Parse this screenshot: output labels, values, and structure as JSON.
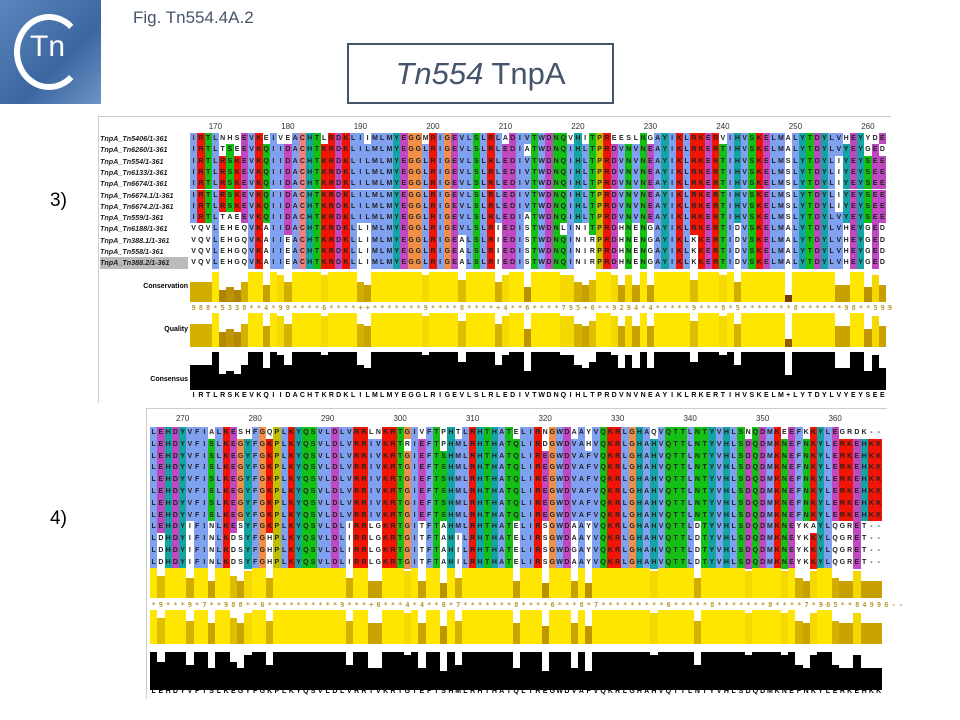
{
  "logo_text": "Tn",
  "figure_label": "Fig. Tn554.4A.2",
  "title": {
    "italic": "Tn554",
    "rest": " TnpA"
  },
  "annotation_labels": {
    "conservation": "Conservation",
    "quality": "Quality",
    "consensus": "Consensus"
  },
  "colors": {
    "hydrophobic": "#80a0f0",
    "positive": "#f01505",
    "negative": "#c048c0",
    "polar": "#15c015",
    "glycine": "#f09048",
    "proline": "#c0c000",
    "cysteine": "#f08080",
    "aromatic": "#15a4a4"
  },
  "blocks": [
    {
      "panel": "3)",
      "start": 167,
      "ticks": [
        170,
        180,
        190,
        200,
        210,
        220,
        230,
        240,
        250,
        260
      ],
      "names": [
        "TnpA_Tn5406/1-361",
        "TnpA_Tn6260/1-361",
        "TnpA_Tn554/1-361",
        "TnpA_Tn6133/1-361",
        "TnpA_Tn6674/1-361",
        "TnpA_Tn6674.1/1-361",
        "TnpA_Tn6674.2/1-361",
        "TnpA_Tn559/1-361",
        "TnpA_Tn6188/1-361",
        "TnpA_Tn388.1/1-361",
        "TnpA_Tn558/1-361",
        "TnpA_Tn388.2/1-361"
      ],
      "seqs": [
        "IRTLNHSEVKEIVEACHTLRDKLIIMLMYEGGMRIGEVLSLRLADIVTWDNQVHITPREESLNGAYIKLRKERVIHVSKELMALYTDYLVHEYYDE",
        "IRTLTSEEVKQIIDACHTKRDKLILMLMYEGGLRIGEVLSLRLEDIATWDNQIHLTPRDVNVNEAYIKLRKERTIHVSKELMALYTDYLVYEYGED",
        "IRTLRSKEVKQIIDACHTKRDKLILMLMYEGGLRIGEVLSLRLEDIVTWDNQIHLTPRDVNVNEAYIKLRKERTIHVSKELMSLYTDYLIYEYSEE",
        "IRTLRSKEVKQIIDACHTKRDKLILMLMYEGGLRIGEVLSLRLEDIVTWDNQIHLTPRDVNVNEAYIKLRKERTIHVSKELMSLYTDYLIYEYSEE",
        "IRTLRSKEVKQIIDACHTKRDKLILMLMYEGGLRIGEVLSLRLEDIVTWDNQIHLTPRDVNVNEAYIKLRKERTIHVSKELMSLYTDYLIYEYSEE",
        "IRTLRSKEVKQIIDACHTKRDKLILMLMYEGGLRIGEVLSLRLEDIVTWDNQIHLTPRDVNVNEAYIKLRKERTIHVSKELMSLYTDYLIYEYSEE",
        "IRTLRSKEVKQIIDACHTKRDKLILMLMYEGGLRIGEVLSLRLEDIVTWDNQIHLTPRDVNVNEAYIKLRKERTIHVSKELMSLYTDYLIYEYSEE",
        "IRTLTAEEVKQIIDACHTKRDKLILMLMYEGGLRIGEVLSLRLEDIATWDNQIHLTPRDVNVNEAYIKLRKERTIHVSKELMSLYTDYLVYEYSEE",
        "VQVLEHEQVKAIIDACHTKRDKLLIMLMYEGGLRIGEVLSLRIEDISTWDNLINITPRDHNENGAYIKLRKERTIDVSKELMALYTDYLVHEYGED",
        "VQVLEHGQVKAIIEACHTKRDKLLIMLMYEGGLRIGEALSLRIEDISTWDNQINIRPRDHNENGAYIKLKKERTIDVSKELMALYTDYLVHEYGED",
        "VQVLEHGQVKAIIEACHTKRDKLLIMLMYEGGLRIGEALSLRIEDISTWDNQINIRPRDHNENGAYIKLKKERTIDVSKELMALYTDYLVHEYGED",
        "VQVLEHGQVKAIIEACHTKRDKLLIMLMYEGGLRIGEALSLRIEDISTWDNQINIRPRDHNENGAYIKLKKERTIDVSKELMALYTDYLVHEYGED"
      ],
      "conservation": "988*5338**4*99****6****++*******9****8****+4**6****795+6**9294*4*****9***8*5*******8******98**599",
      "consensus": "IRTLRSKEVKQIIDACHTKRDKLILMLMYEGGLRIGEVLSLRLEDIVTWDNQIHLTPRDVNVNEAYIKLRKERTIHVSKELM+LYTDYLVYEYSEE"
    },
    {
      "panel": "4)",
      "start": 266,
      "ticks": [
        270,
        280,
        290,
        300,
        310,
        320,
        330,
        340,
        350,
        360
      ],
      "names": [],
      "seqs": [
        "LEHDYVFIALKESHFGQPLKYQSVLDLVRRLNKRTGIVFTPHTLRHTHATELIRNGWDAAYVQKRLGHAQVQTTLNTYVHLSNQDMKEEFKKYLEGRDK--",
        "LEHDYVFISLKEGYFGKPLKYQSVLDLVRRIVKRTRIEFTPHMLRHTHATQLIRDGWDVAHVQKRLGHAHVQTTLNTYVHLSDQDMKNEFNKYLERKEHKK",
        "LEHDYVFISLKEGYFGKPLKYQSVLDLVRRIVKRTGIEFTSHMLRHTHATQLIREGWDVAFVQKRLGHAHVQTTLNTYVHLSDQDMKNEFNKYLERKEHKK",
        "LEHDYVFISLKEGYFGKPLKYQSVLDLVRRIVKRTGIEFTSHMLRHTHATQLIREGWDVAFVQKRLGHAHVQTTLNTYVHLSDQDMKNEFNKYLERKEHKK",
        "LEHDYVFISLKEGYFGKPLKYQSVLDLVRRIVKRTGIEFTSHMLRHTHATQLIREGWDVAFVQKRLGHAHVQTTLNTYVHLSDQDMKNEFNKYLERKEHKK",
        "LEHDYVFISLKEGYFGKPLKYQSVLDLVRRIVKRTGIEFTSHMLRHTHATQLIREGWDVAFVQKRLGHAHVQTTLNTYVHLSDQDMKNEFNKYLERKEHKK",
        "LEHDYVFISLKEGYFGKPLKYQSVLDLVRRIVKRTGIEFTSHMLRHTHATQLIREGWDVAFVQKRLGHAHVQTTLNTYVHLSDQDMKNEFNKYLERKEHKK",
        "LEHDYVFISLKEGYFGKPLKYQSVLDLVRRIVKRTGIEFTSHMLRHTHATQLIREGWDVAFVQKRLGHAHVQTTLNTYVHLSDQDMKNEFNKYLERKEHKK",
        "LEHDYIFINLKESYFGKPLKYQSVLDLIRRLGKRTGITFTAHMLRHTHATELIRSGWDAAYVQKRLGHAHVQTTLDTYVHLSDQDMKNEYKAYLQGRET--",
        "LDHDYIFINLKDSYFGHPLKYQSVLDLIRRLGKRTGITFTAHILRHTHATELIRSGWDAAYVQKRLGHAHVQTTLDTYVHLSDQDMKNEYKKYLQGRET--",
        "LDHDYIFINLKDSYFGHPLKYQSVLDLIRRLGKRTGITFTAHILRHTHATELIRSGWDGAYVQKRLGHAHVQTTLDTYVHLSDQDMKNEYKKYLQGRET--",
        "LDHDYIFINLKDSYFGHPLKYQSVLDLIRRLGKRTGITFTAHILRHTHATELIRSGWDAAYVQKRLGHAHVQTTLDTYVHLSDQDMKNEYKKYLQGRET--"
      ],
      "conservation": "*9***9*7**988**6**********9***+6***4*4**6*7*******8****6***8*7*********6*****8*******8****7*965**84996--",
      "consensus": "LEHDYVFISLKEGYFGKPLKYQSVLDLVRRIVKRTGIEFTSHMLRHTHATQLIREGWDVAFVQKRLGHAHVQTTLNTYVHLSDQDMKNEFNKYLERKEHKK"
    }
  ]
}
